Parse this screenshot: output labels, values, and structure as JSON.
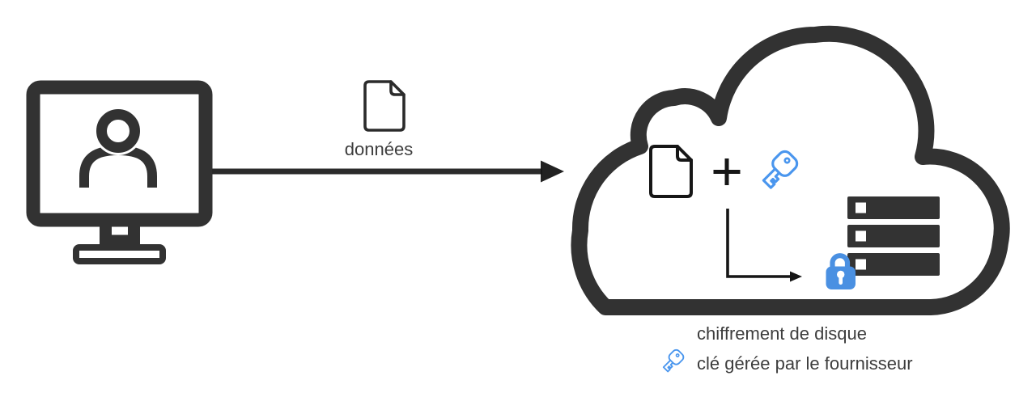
{
  "colors": {
    "background": "#ffffff",
    "ink": "#323232",
    "ink_soft": "#2b2b2b",
    "ink_strong": "#161616",
    "server_fill": "#333333",
    "key_blue": "#4a96ee",
    "lock_blue": "#4a90e2",
    "text_color": "#3d3d3d"
  },
  "labels": {
    "data_flow": "données",
    "caption_title": "chiffrement de disque",
    "caption_subtitle": "clé gérée par le fournisseur"
  },
  "icons": {
    "source": "user-workstation-icon",
    "flow": "right-arrow-icon",
    "payload": "document-icon",
    "combine": "plus-icon",
    "encryption_key": "key-icon",
    "storage": "server-stack-icon",
    "protection": "lock-icon",
    "provider": "cloud-icon"
  }
}
